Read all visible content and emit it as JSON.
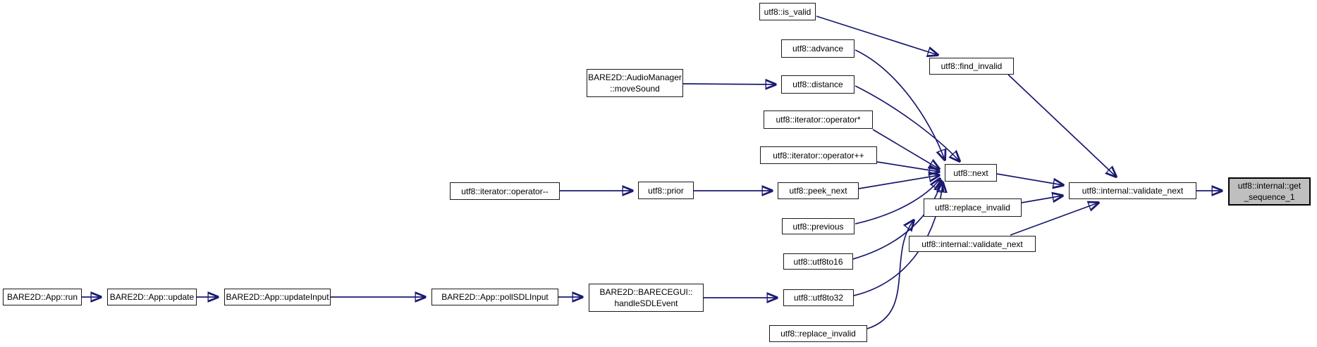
{
  "diagram": {
    "kind": "doxygen-caller-graph",
    "target_function": "utf8::internal::get_sequence_1",
    "colors": {
      "edge": "#191970",
      "node_fill": "#ffffff",
      "node_border": "#1a1a1a",
      "highlight_fill": "#bfbfbf",
      "background": "#ffffff"
    },
    "nodes": {
      "is_valid": {
        "label": "utf8::is_valid"
      },
      "advance": {
        "label": "utf8::advance"
      },
      "find_invalid": {
        "label": "utf8::find_invalid"
      },
      "move_sound": {
        "line1": "BARE2D::AudioManager",
        "line2": "::moveSound"
      },
      "distance": {
        "label": "utf8::distance"
      },
      "op_star": {
        "label": "utf8::iterator::operator*"
      },
      "op_plusplus": {
        "label": "utf8::iterator::operator++"
      },
      "op_minusminus": {
        "label": "utf8::iterator::operator--"
      },
      "prior": {
        "label": "utf8::prior"
      },
      "peek_next": {
        "label": "utf8::peek_next"
      },
      "next": {
        "label": "utf8::next"
      },
      "previous": {
        "label": "utf8::previous"
      },
      "utf8to16": {
        "label": "utf8::utf8to16"
      },
      "utf8to32": {
        "label": "utf8::utf8to32"
      },
      "replace_invalid_top": {
        "label": "utf8::replace_invalid"
      },
      "replace_invalid_bottom": {
        "label": "utf8::replace_invalid"
      },
      "validate_next_main": {
        "label": "utf8::internal::validate_next"
      },
      "validate_next_lower": {
        "label": "utf8::internal::validate_next"
      },
      "get_sequence_1": {
        "line1": "utf8::internal::get",
        "line2": "_sequence_1"
      },
      "app_run": {
        "label": "BARE2D::App::run"
      },
      "app_update": {
        "label": "BARE2D::App::update"
      },
      "app_update_input": {
        "label": "BARE2D::App::updateInput"
      },
      "app_poll_sdl_input": {
        "label": "BARE2D::App::pollSDLInput"
      },
      "handle_sdl_event": {
        "line1": "BARE2D::BARECEGUI::",
        "line2": "handleSDLEvent"
      }
    },
    "edges": [
      {
        "from": "utf8::is_valid",
        "to": "utf8::find_invalid"
      },
      {
        "from": "utf8::advance",
        "to": "utf8::next"
      },
      {
        "from": "utf8::distance",
        "to": "utf8::next"
      },
      {
        "from": "BARE2D::AudioManager::moveSound",
        "to": "utf8::distance"
      },
      {
        "from": "utf8::iterator::operator*",
        "to": "utf8::next"
      },
      {
        "from": "utf8::iterator::operator++",
        "to": "utf8::next"
      },
      {
        "from": "utf8::iterator::operator--",
        "to": "utf8::prior"
      },
      {
        "from": "utf8::prior",
        "to": "utf8::peek_next"
      },
      {
        "from": "utf8::peek_next",
        "to": "utf8::next"
      },
      {
        "from": "utf8::previous",
        "to": "utf8::next"
      },
      {
        "from": "utf8::utf8to16",
        "to": "utf8::next"
      },
      {
        "from": "utf8::utf8to32",
        "to": "utf8::next"
      },
      {
        "from": "utf8::replace_invalid (bottom)",
        "to": "utf8::replace_invalid"
      },
      {
        "from": "utf8::next",
        "to": "utf8::internal::validate_next"
      },
      {
        "from": "utf8::find_invalid",
        "to": "utf8::internal::validate_next"
      },
      {
        "from": "utf8::replace_invalid",
        "to": "utf8::internal::validate_next"
      },
      {
        "from": "utf8::internal::validate_next (lower)",
        "to": "utf8::internal::validate_next"
      },
      {
        "from": "utf8::internal::validate_next",
        "to": "utf8::internal::get_sequence_1"
      },
      {
        "from": "BARE2D::App::run",
        "to": "BARE2D::App::update"
      },
      {
        "from": "BARE2D::App::update",
        "to": "BARE2D::App::updateInput"
      },
      {
        "from": "BARE2D::App::updateInput",
        "to": "BARE2D::App::pollSDLInput"
      },
      {
        "from": "BARE2D::App::pollSDLInput",
        "to": "BARE2D::BARECEGUI::handleSDLEvent"
      },
      {
        "from": "BARE2D::BARECEGUI::handleSDLEvent",
        "to": "utf8::utf8to32"
      }
    ]
  }
}
